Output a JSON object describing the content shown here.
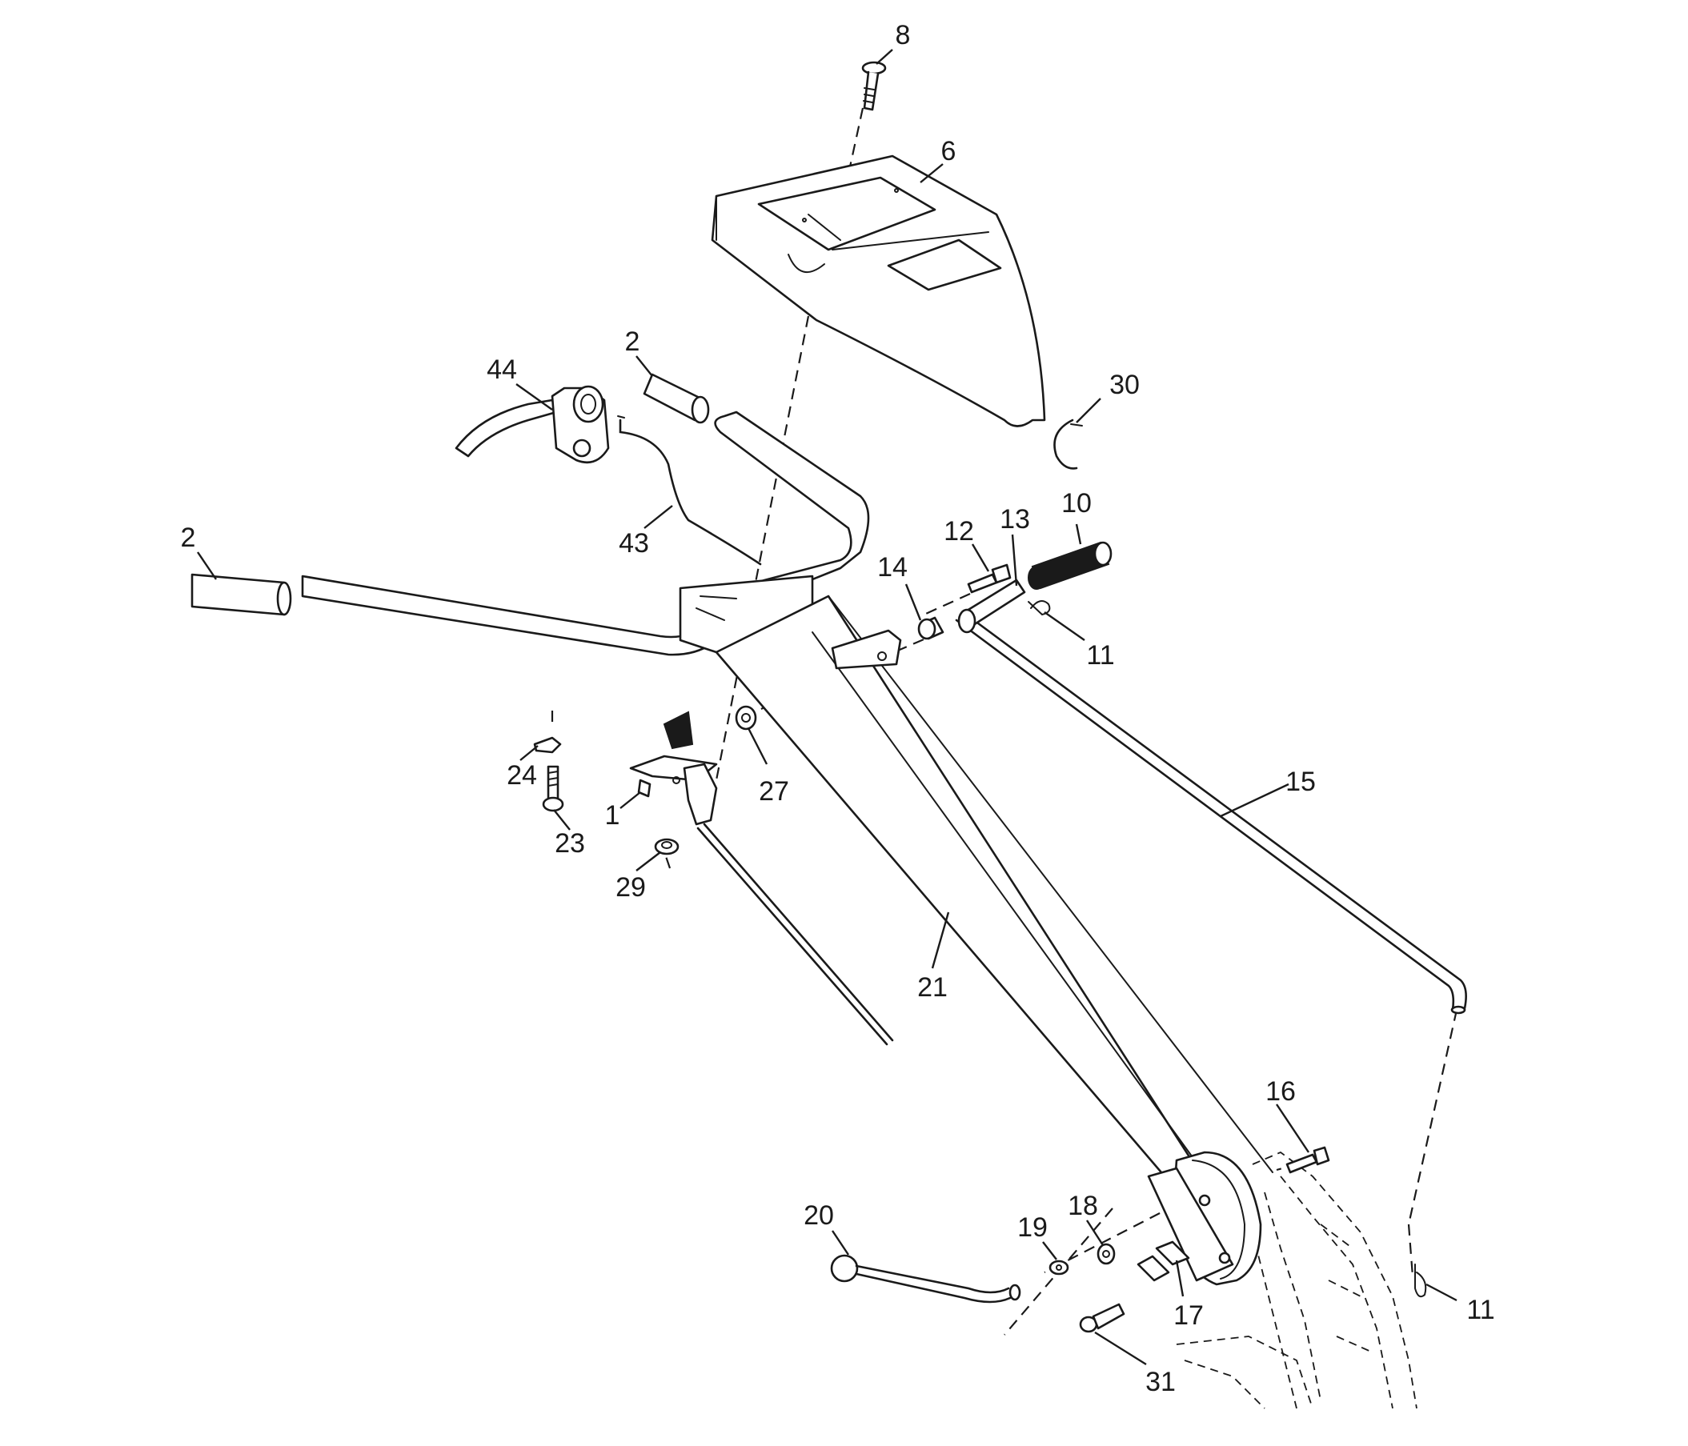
{
  "callouts": [
    {
      "id": "c8",
      "text": "8"
    },
    {
      "id": "c6",
      "text": "6"
    },
    {
      "id": "c2a",
      "text": "2"
    },
    {
      "id": "c44",
      "text": "44"
    },
    {
      "id": "c30",
      "text": "30"
    },
    {
      "id": "c2b",
      "text": "2"
    },
    {
      "id": "c43",
      "text": "43"
    },
    {
      "id": "c10",
      "text": "10"
    },
    {
      "id": "c12",
      "text": "12"
    },
    {
      "id": "c13",
      "text": "13"
    },
    {
      "id": "c14",
      "text": "14"
    },
    {
      "id": "c11a",
      "text": "11"
    },
    {
      "id": "c24",
      "text": "24"
    },
    {
      "id": "c27",
      "text": "27"
    },
    {
      "id": "c15",
      "text": "15"
    },
    {
      "id": "c1",
      "text": "1"
    },
    {
      "id": "c23",
      "text": "23"
    },
    {
      "id": "c29",
      "text": "29"
    },
    {
      "id": "c21",
      "text": "21"
    },
    {
      "id": "c16",
      "text": "16"
    },
    {
      "id": "c20",
      "text": "20"
    },
    {
      "id": "c19",
      "text": "19"
    },
    {
      "id": "c18",
      "text": "18"
    },
    {
      "id": "c17",
      "text": "17"
    },
    {
      "id": "c11b",
      "text": "11"
    },
    {
      "id": "c31",
      "text": "31"
    }
  ]
}
